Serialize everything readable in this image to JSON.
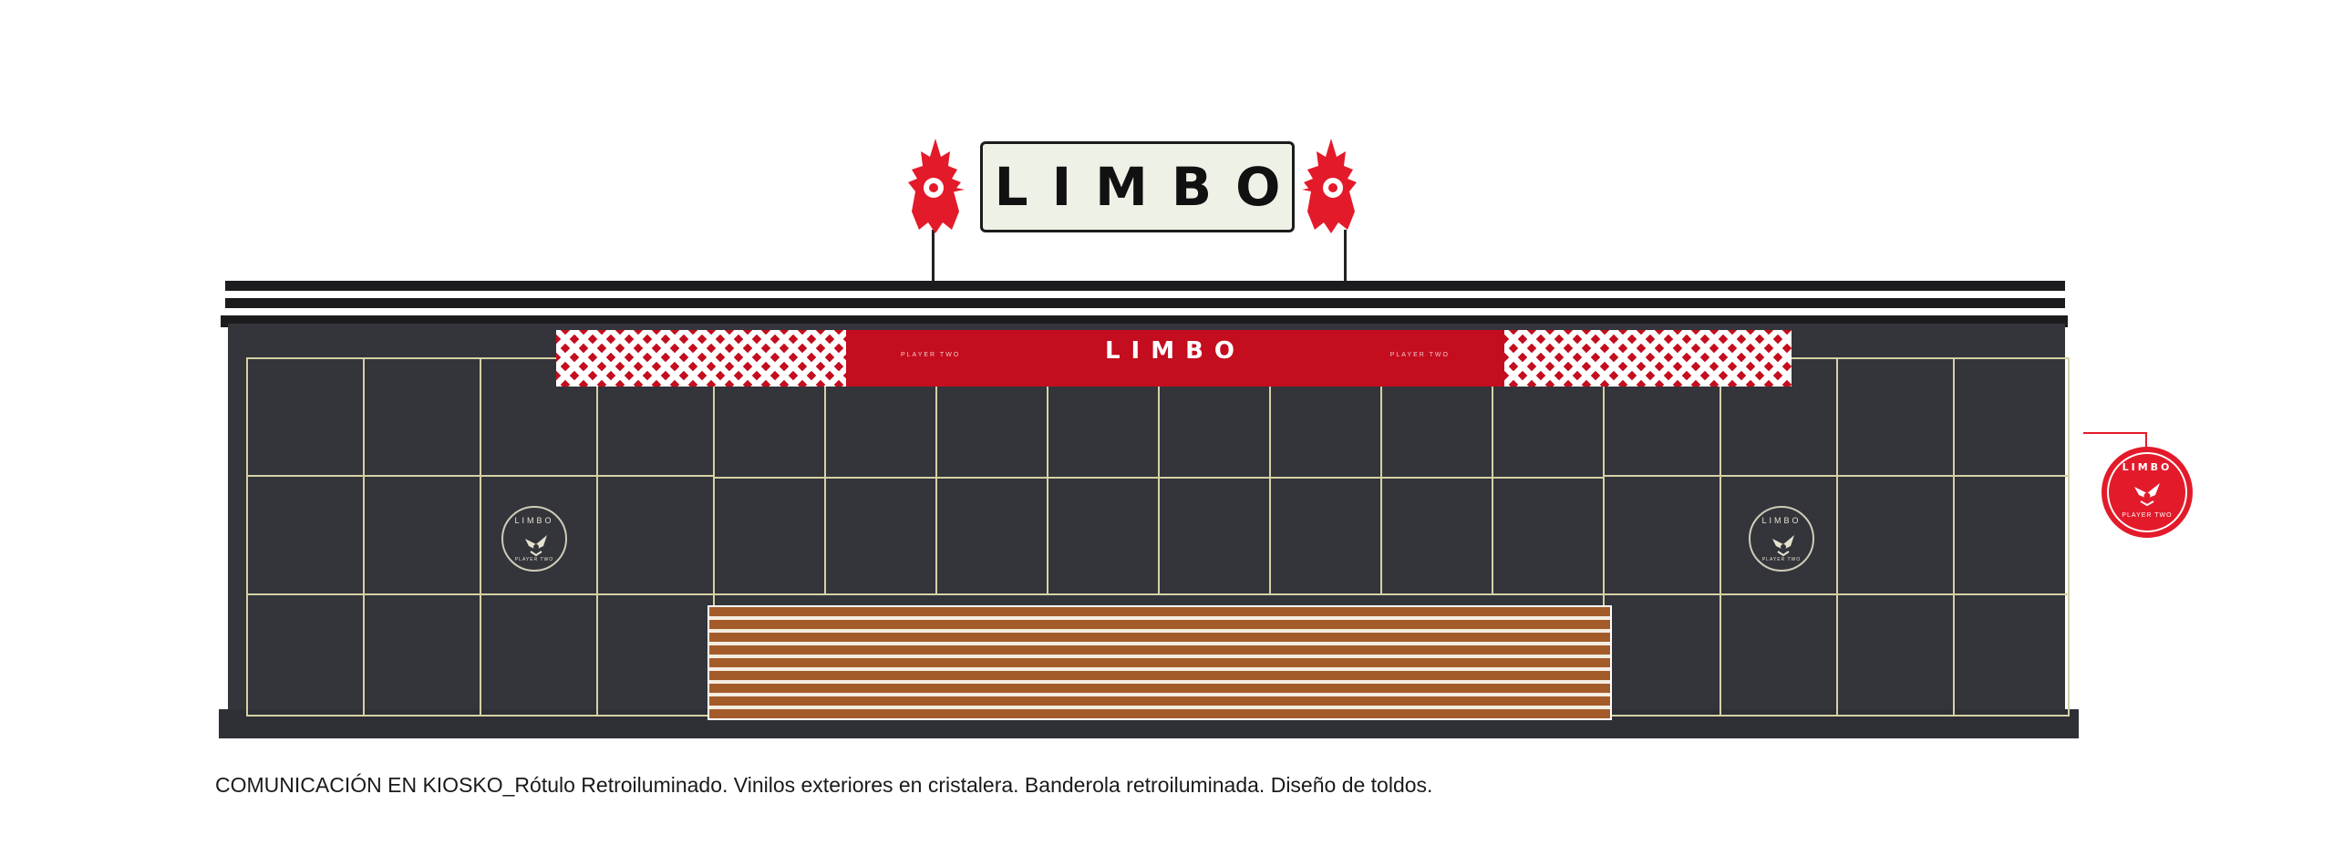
{
  "roof_sign": {
    "text": "LIMBO"
  },
  "banner": {
    "title": "LIMBO",
    "small_left": "PLAYER TWO",
    "small_right": "PLAYER TWO"
  },
  "window_logos": [
    {
      "title": "LIMBO",
      "subtitle": "PLAYER TWO"
    },
    {
      "title": "LIMBO",
      "subtitle": "PLAYER TWO"
    }
  ],
  "hanging_sign": {
    "title": "LIMBO",
    "subtitle": "PLAYER TWO"
  },
  "caption": "COMUNICACIÓN EN KIOSKO_Rótulo Retroiluminado. Vinilos exteriores en cristalera. Banderola retroiluminada. Diseño de toldos.",
  "colors": {
    "brand_red": "#c40d1e",
    "kiosk_body": "#33353b",
    "panel_lines": "#d6d1a5",
    "awning_brown": "#a45b2a",
    "sign_background": "#eef2e6"
  }
}
